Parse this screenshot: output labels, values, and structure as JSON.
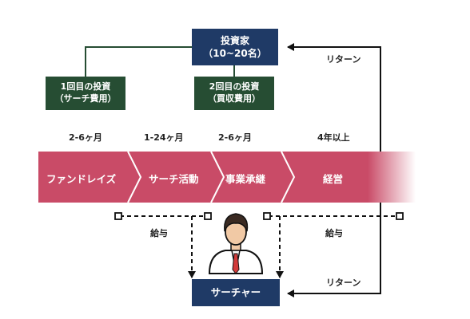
{
  "investor": {
    "title": "投資家",
    "count": "（10~20名）"
  },
  "investment1": {
    "title": "1回目の投資",
    "sub": "（サーチ費用）"
  },
  "investment2": {
    "title": "2回目の投資",
    "sub": "（買収費用）"
  },
  "durations": [
    "2-6ヶ月",
    "1-24ヶ月",
    "2-6ヶ月",
    "4年以上"
  ],
  "phases": [
    "ファンドレイズ",
    "サーチ活動",
    "事業承継",
    "経営"
  ],
  "salary_label": "給与",
  "return_label": "リターン",
  "searcher": {
    "title": "サーチャー"
  },
  "colors": {
    "navy": "#1f3a66",
    "green": "#264d33",
    "band": "#c94b67",
    "band_dark": "#b13a56"
  }
}
